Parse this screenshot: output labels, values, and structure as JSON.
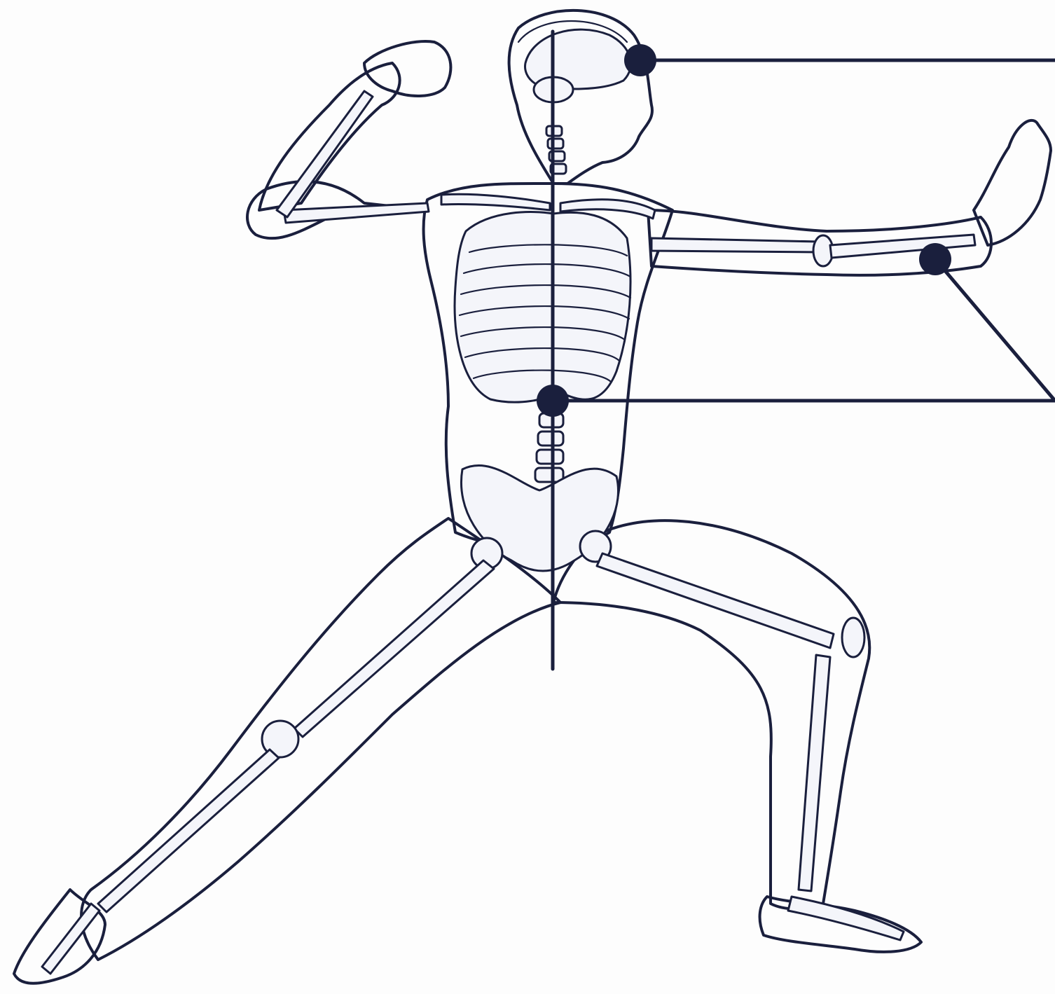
{
  "figure": {
    "subject": "wireframe-human-lunge-pose",
    "colors": {
      "ink": "#1a1f3d",
      "paper": "#fdfdfd",
      "mesh": "#2a3060"
    }
  },
  "callouts": [
    {
      "id": "head-marker",
      "icon": "filled-circle"
    },
    {
      "id": "forearm-marker",
      "icon": "filled-circle"
    },
    {
      "id": "spine-marker",
      "icon": "filled-circle"
    }
  ]
}
